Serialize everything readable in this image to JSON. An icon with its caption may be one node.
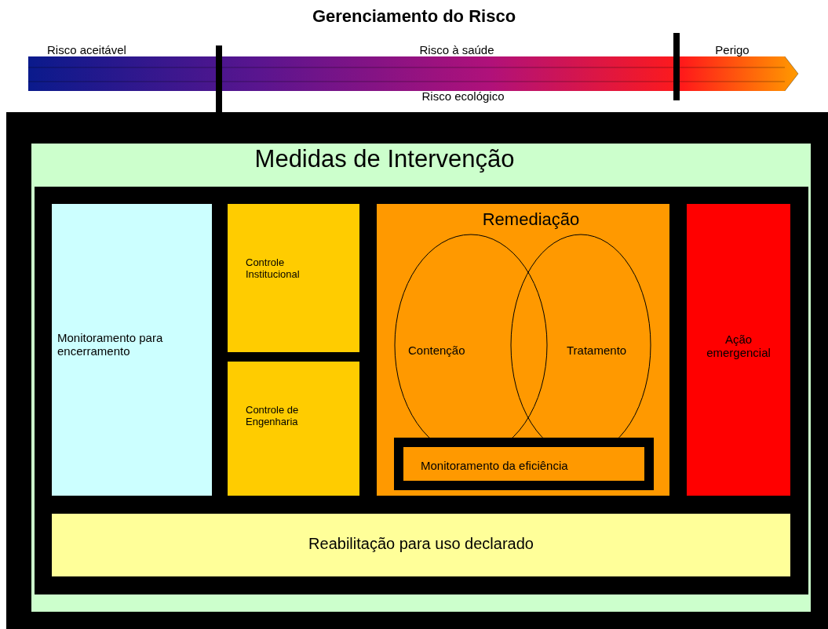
{
  "diagram": {
    "title": "Gerenciamento do Risco",
    "nodes": [
      {
        "text": [
          "Medidas de Intervenção"
        ]
      },
      {
        "text": [
          "Monitoramento para encerramento"
        ],
        "in": 0
      },
      {
        "text": [
          "Controle Institucional"
        ],
        "in": 0
      },
      {
        "text": [
          "Controle de Engenharia"
        ],
        "in": 0
      },
      {
        "text": [
          "Remediação"
        ],
        "in": 0
      },
      {
        "text": [
          "Contenção"
        ],
        "in": 4
      },
      {
        "text": [
          "Tratamento"
        ],
        "in": 4
      },
      {
        "text": [
          "Monitoramento da eficiência"
        ],
        "in": 4
      },
      {
        "text": [
          "Ação emergencial"
        ],
        "in": 0
      },
      {
        "text": [
          "Reabilitação para uso declarado"
        ],
        "in": 0
      }
    ],
    "labels": [
      "Risco aceitável",
      "Risco à saúde",
      "Perigo",
      "Risco ecológico"
    ]
  }
}
